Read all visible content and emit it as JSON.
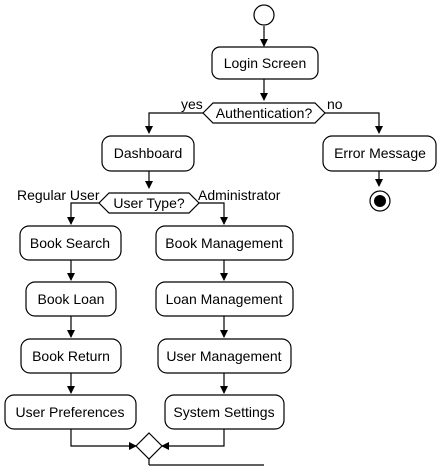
{
  "diagram": {
    "nodes": {
      "login": "Login Screen",
      "auth": "Authentication?",
      "dashboard": "Dashboard",
      "error": "Error Message",
      "user_type": "User Type?",
      "book_search": "Book Search",
      "book_loan": "Book Loan",
      "book_return": "Book Return",
      "user_preferences": "User Preferences",
      "book_management": "Book Management",
      "loan_management": "Loan Management",
      "user_management": "User Management",
      "system_settings": "System Settings"
    },
    "edge_labels": {
      "auth_yes": "yes",
      "auth_no": "no",
      "regular_user": "Regular User",
      "administrator": "Administrator"
    },
    "colors": {
      "stroke": "#000000",
      "fill": "#ffffff",
      "text": "#000000"
    }
  }
}
